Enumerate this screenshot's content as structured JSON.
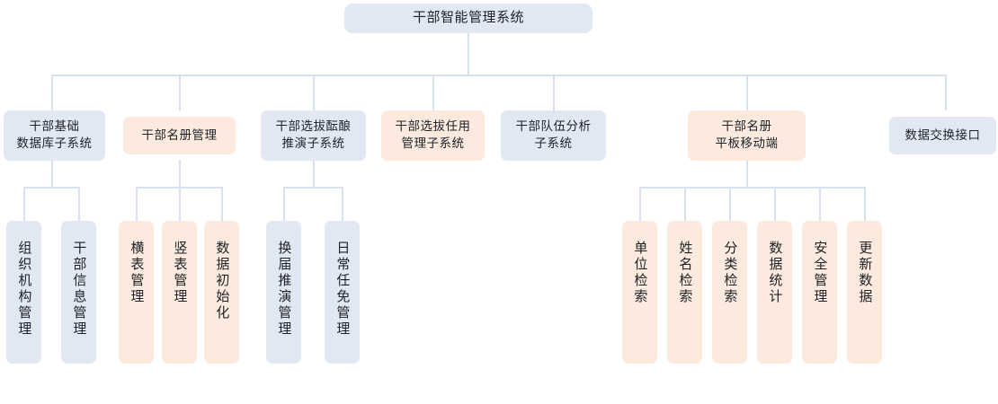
{
  "diagram": {
    "title": "干部智能管理系统",
    "type": "org-chart",
    "palette": {
      "blue_fill": "#e2e8f3",
      "peach_fill": "#fceade",
      "line": "#d6e0ef",
      "text": "#1d2127",
      "background": "#ffffff"
    },
    "root": {
      "label": "干部智能管理系统",
      "color": "blue"
    },
    "level2": [
      {
        "label": "干部基础\n数据库子系统",
        "color": "blue"
      },
      {
        "label": "干部名册管理",
        "color": "peach"
      },
      {
        "label": "干部选拔酝酿\n推演子系统",
        "color": "blue"
      },
      {
        "label": "干部选拔任用\n管理子系统",
        "color": "peach"
      },
      {
        "label": "干部队伍分析\n子系统",
        "color": "blue"
      },
      {
        "label": "干部名册\n平板移动端",
        "color": "peach"
      },
      {
        "label": "数据交换接口",
        "color": "blue"
      }
    ],
    "level3": {
      "group_database": [
        {
          "label": "组织机构管理",
          "color": "blue"
        },
        {
          "label": "干部信息管理",
          "color": "blue"
        }
      ],
      "group_roster": [
        {
          "label": "横表管理",
          "color": "peach"
        },
        {
          "label": "竖表管理",
          "color": "peach"
        },
        {
          "label": "数据初始化",
          "color": "peach"
        }
      ],
      "group_selection": [
        {
          "label": "换届推演管理",
          "color": "blue"
        },
        {
          "label": "日常任免管理",
          "color": "blue"
        }
      ],
      "group_mobile": [
        {
          "label": "单位检索",
          "color": "peach"
        },
        {
          "label": "姓名检索",
          "color": "peach"
        },
        {
          "label": "分类检索",
          "color": "peach"
        },
        {
          "label": "数据统计",
          "color": "peach"
        },
        {
          "label": "安全管理",
          "color": "peach"
        },
        {
          "label": "更新数据",
          "color": "peach"
        }
      ]
    }
  }
}
